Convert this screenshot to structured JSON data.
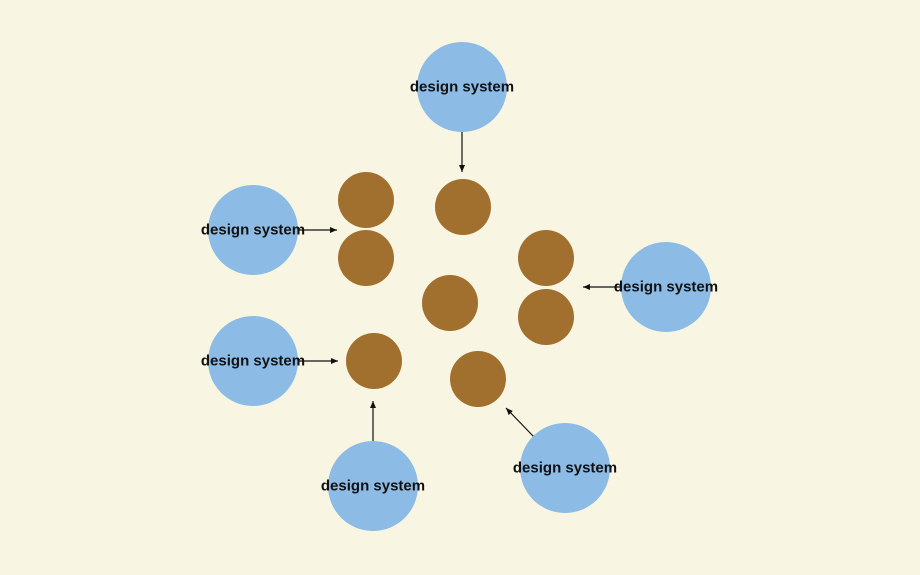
{
  "diagram": {
    "colors": {
      "background": "#f8f6e3",
      "system_circle": "#8cbbe6",
      "node": "#a1702e",
      "arrow": "#111111",
      "label": "#111111"
    },
    "systems": [
      {
        "label": "design system"
      },
      {
        "label": "design system"
      },
      {
        "label": "design system"
      },
      {
        "label": "design system"
      },
      {
        "label": "design system"
      },
      {
        "label": "design system"
      }
    ]
  }
}
